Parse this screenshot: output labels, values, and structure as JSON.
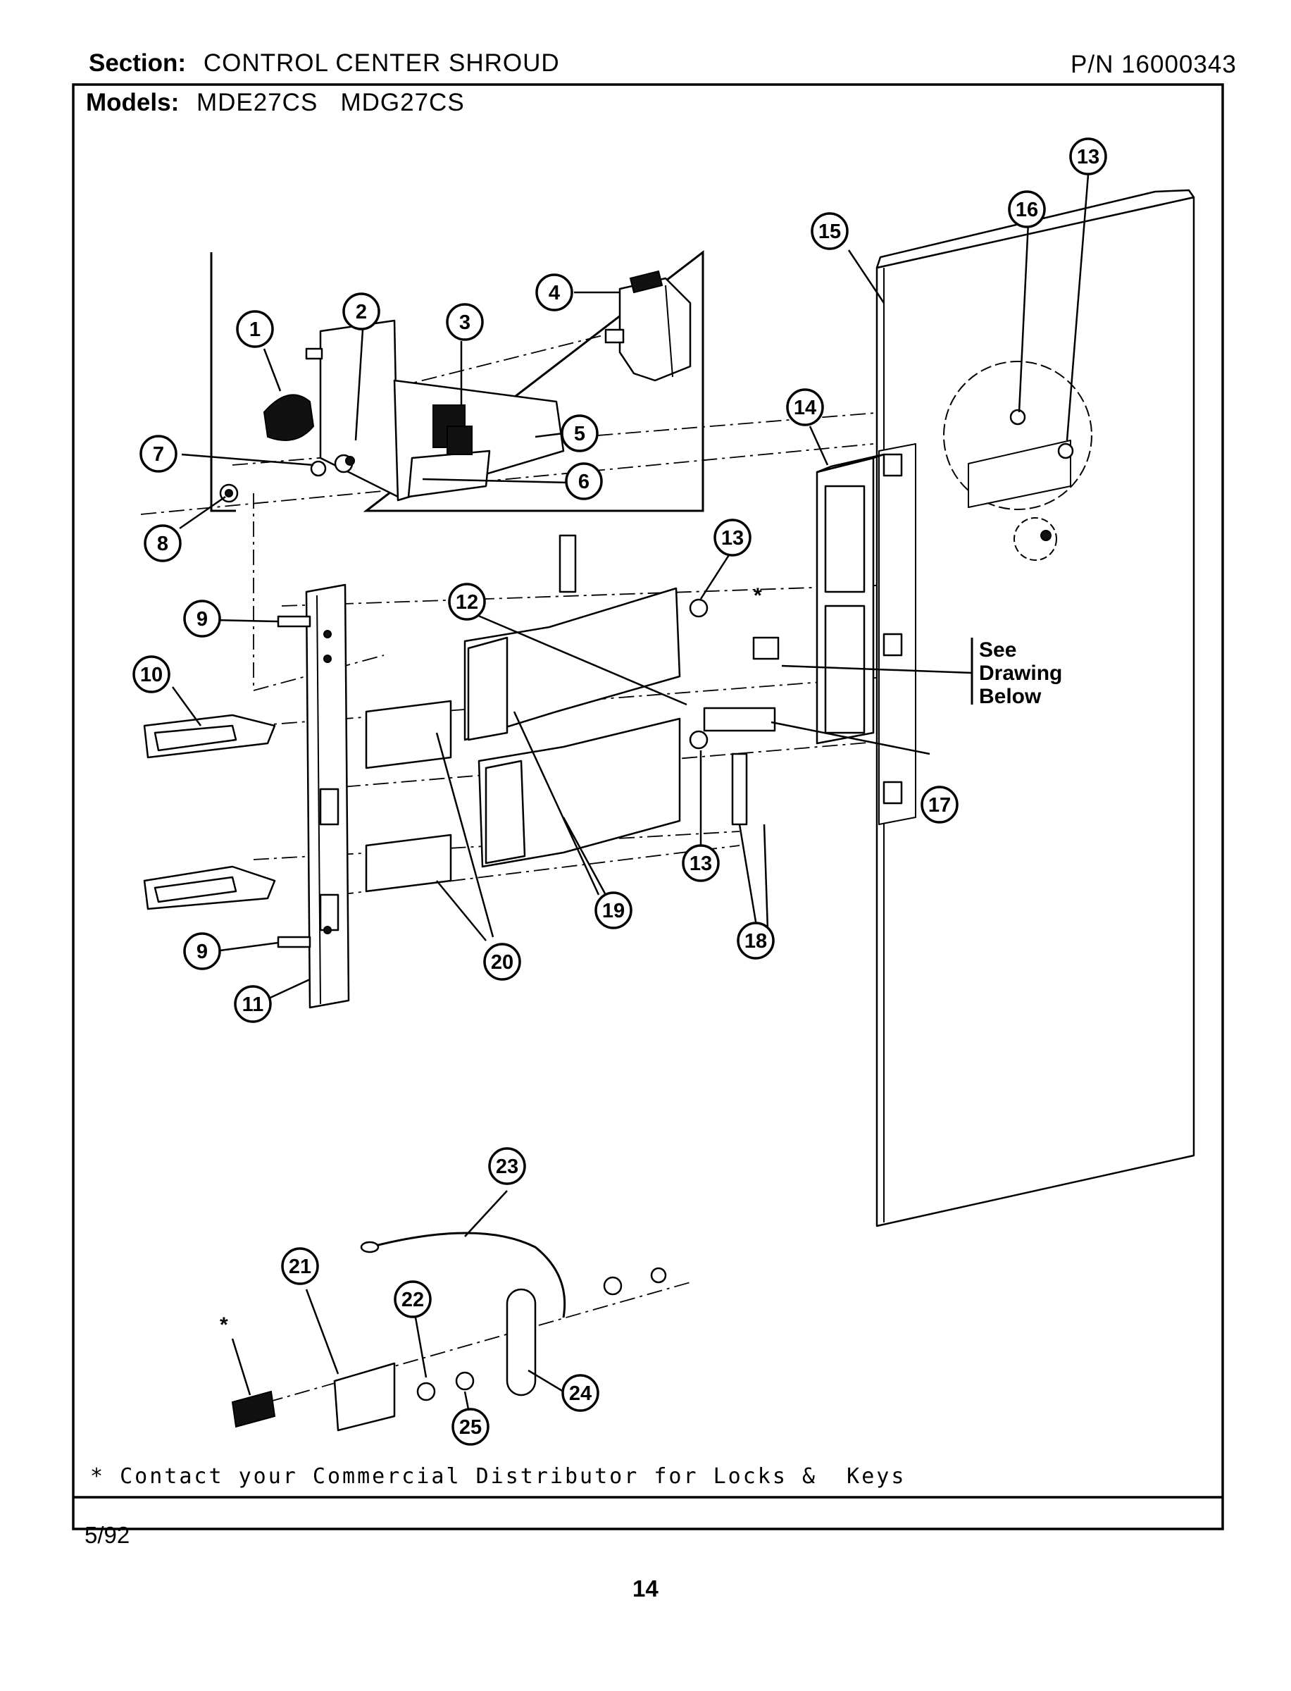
{
  "header": {
    "section_label": "Section:",
    "section_value": "CONTROL CENTER SHROUD",
    "part_number": "P/N 16000343",
    "models_label": "Models:",
    "models_value": "MDE27CS   MDG27CS"
  },
  "diagram": {
    "callouts": [
      "1",
      "2",
      "3",
      "4",
      "5",
      "6",
      "7",
      "8",
      "9",
      "9",
      "10",
      "11",
      "12",
      "13",
      "13",
      "13",
      "14",
      "15",
      "16",
      "17",
      "18",
      "19",
      "20",
      "21",
      "22",
      "23",
      "24",
      "25"
    ],
    "see_drawing_lines": [
      "See",
      "Drawing",
      "Below"
    ],
    "asterisk": "*"
  },
  "footer": {
    "note": "* Contact your Commercial Distributor for Locks &  Keys",
    "date": "5/92",
    "page_number": "14"
  }
}
